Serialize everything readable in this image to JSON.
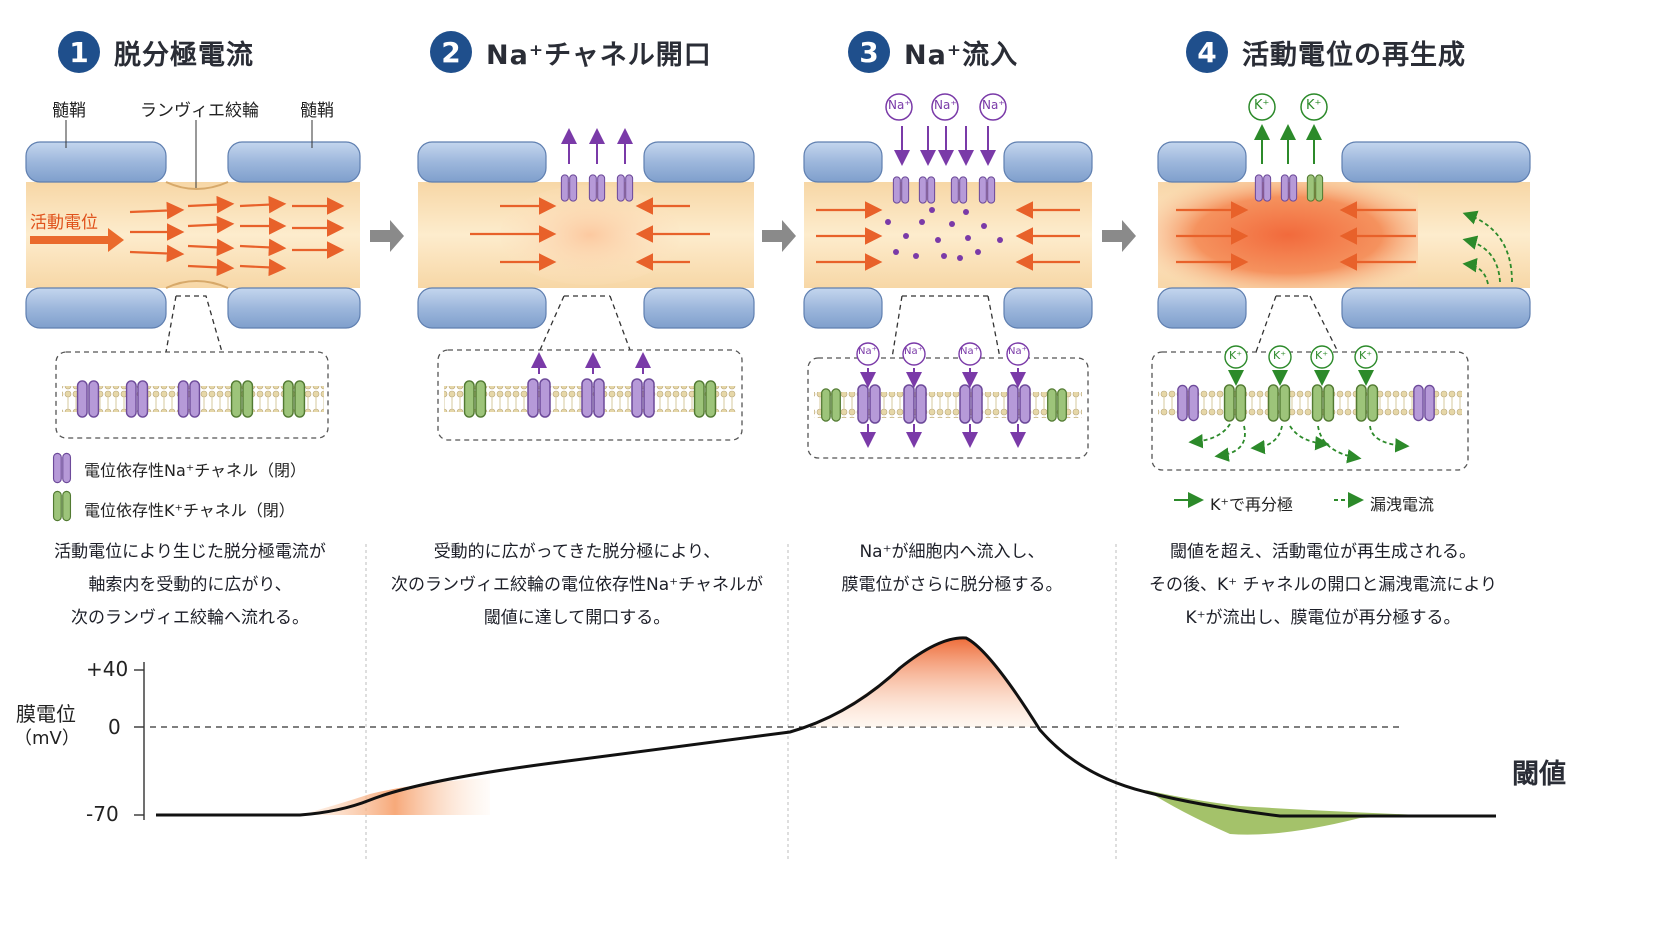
{
  "steps": [
    {
      "number": "1",
      "title": "脱分極電流"
    },
    {
      "number": "2",
      "title": "Na⁺チャネル開口"
    },
    {
      "number": "3",
      "title": "Na⁺流入"
    },
    {
      "number": "4",
      "title": "活動電位の再生成"
    }
  ],
  "panel1_labels": {
    "myelin_left": "髄鞘",
    "node": "ランヴィエ絞輪",
    "myelin_right": "髄鞘",
    "action_potential": "活動電位"
  },
  "legend": {
    "na_channel": "電位依存性Na⁺チャネル（閉）",
    "k_channel": "電位依存性K⁺チャネル（閉）",
    "k_repolarize": "K⁺で再分極",
    "leak_current": "漏洩電流"
  },
  "ion_labels": {
    "na": "Na⁺",
    "k": "K⁺"
  },
  "descriptions": [
    [
      "活動電位により生じた脱分極電流が",
      "軸索内を受動的に広がり、",
      "次のランヴィエ絞輪へ流れる。"
    ],
    [
      "受動的に広がってきた脱分極により、",
      "次のランヴィエ絞輪の電位依存性Na⁺チャネルが",
      "閾値に達して開口する。"
    ],
    [
      "Na⁺が細胞内へ流入し、",
      "膜電位がさらに脱分極する。"
    ],
    [
      "閾値を超え、活動電位が再生成される。",
      "その後、K⁺ チャネルの開口と漏洩電流により",
      "K⁺が流出し、膜電位が再分極する。"
    ]
  ],
  "graph": {
    "ylabel": "膜電位",
    "yunit": "（mV）",
    "ticks": [
      "+40",
      "0",
      "-70"
    ],
    "threshold_label": "閾値"
  },
  "colors": {
    "badge": "#1f4f8c",
    "myelin": "#9db7dc",
    "axon": "#fde8c6",
    "current_arrow": "#e8612a",
    "na_channel": "#a88bd0",
    "k_channel": "#8fba6a",
    "na_ion": "#7a3aa8",
    "k_ion": "#2c8a2a",
    "depolarized": "#f08050",
    "hyperpolarized": "#a4c26a"
  }
}
